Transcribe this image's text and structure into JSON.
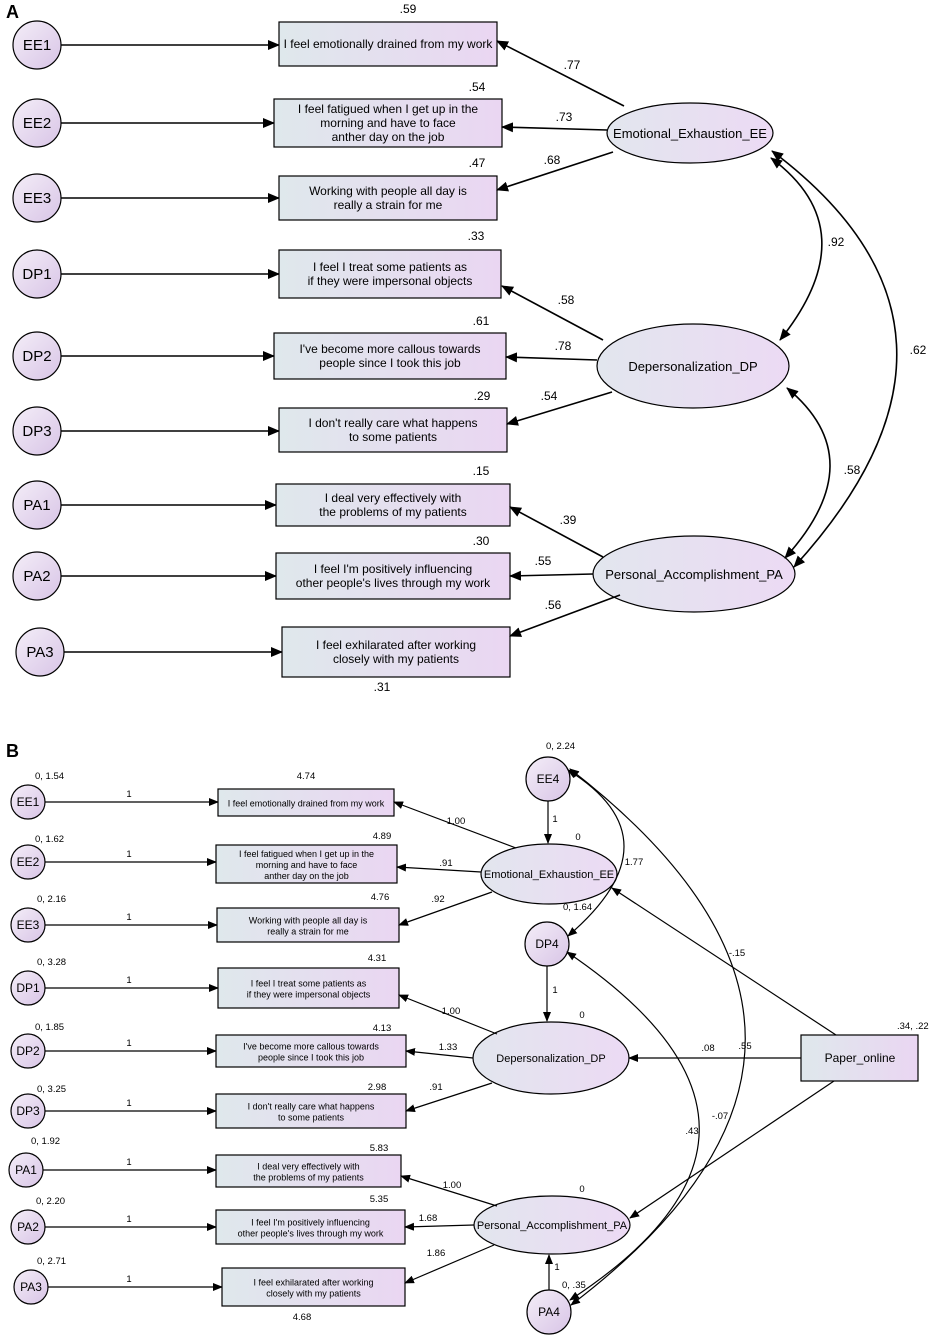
{
  "panel_a": {
    "letter": "A",
    "observed": [
      "EE1",
      "EE2",
      "EE3",
      "DP1",
      "DP2",
      "DP3",
      "PA1",
      "PA2",
      "PA3"
    ],
    "items": [
      [
        "I feel emotionally drained from my work"
      ],
      [
        "I feel fatigued when I get up in the",
        "morning and have to face",
        "anther day on the job"
      ],
      [
        "Working with people all day is",
        "really a strain for me"
      ],
      [
        "I feel I treat some patients as",
        "if they were impersonal objects"
      ],
      [
        "I've become more callous towards",
        "people since I took this job"
      ],
      [
        "I don't really care what happens",
        "to some patients"
      ],
      [
        "I deal very effectively with",
        "the problems of my patients"
      ],
      [
        "I feel I'm positively influencing",
        "other people's lives through my work"
      ],
      [
        "I feel exhilarated after working",
        "closely with my patients"
      ]
    ],
    "r2": [
      ".59",
      ".54",
      ".47",
      ".33",
      ".61",
      ".29",
      ".15",
      ".30",
      ".31"
    ],
    "latents": [
      "Emotional_Exhaustion_EE",
      "Depersonalization_DP",
      "Personal_Accomplishment_PA"
    ],
    "loadings": [
      ".77",
      ".73",
      ".68",
      ".58",
      ".78",
      ".54",
      ".39",
      ".55",
      ".56"
    ],
    "correlations": {
      "ee_dp": ".92",
      "dp_pa": ".58",
      "ee_pa": ".62"
    }
  },
  "panel_b": {
    "letter": "B",
    "observed": [
      "EE1",
      "EE2",
      "EE3",
      "DP1",
      "DP2",
      "DP3",
      "PA1",
      "PA2",
      "PA3"
    ],
    "error_params": [
      "0, 1.54",
      "0, 1.62",
      "0, 2.16",
      "0, 3.28",
      "0, 1.85",
      "0, 3.25",
      "0, 1.92",
      "0, 2.20",
      "0, 2.71"
    ],
    "fixed_paths": [
      "1",
      "1",
      "1",
      "1",
      "1",
      "1",
      "1",
      "1",
      "1"
    ],
    "items": [
      [
        "I feel emotionally drained from my work"
      ],
      [
        "I feel fatigued when I get up in the",
        "morning and have to face",
        "anther day on the job"
      ],
      [
        "Working with people all day is",
        "really a strain for me"
      ],
      [
        "I feel I treat some patients as",
        "if they were impersonal objects"
      ],
      [
        "I've become more callous towards",
        "people since I took this job"
      ],
      [
        "I don't really care what happens",
        "to some patients"
      ],
      [
        "I deal very effectively with",
        "the problems of my patients"
      ],
      [
        "I feel I'm positively influencing",
        "other people's lives through my work"
      ],
      [
        "I feel exhilarated after working",
        "closely with my patients"
      ]
    ],
    "intercepts": [
      "4.74",
      "4.89",
      "4.76",
      "4.31",
      "4.13",
      "2.98",
      "5.83",
      "5.35",
      "4.68"
    ],
    "latents": [
      "Emotional_Exhaustion_EE",
      "Depersonalization_DP",
      "Personal_Accomplishment_PA"
    ],
    "latent_means": [
      "0",
      "0",
      "0"
    ],
    "loadings": [
      "1.00",
      ".91",
      ".92",
      "1.00",
      "1.33",
      ".91",
      "1.00",
      "1.68",
      "1.86"
    ],
    "disturbances": [
      "EE4",
      "DP4",
      "PA4"
    ],
    "disturbance_params": [
      "0, 2.24",
      "0, 1.64",
      "0, .35"
    ],
    "disturbance_paths": [
      "1",
      "1",
      "1"
    ],
    "covariances": {
      "ee4_dp4": "1.77",
      "ee4_pa4": ".55",
      "dp4_pa4": ".43"
    },
    "predictor": {
      "label": "Paper_online",
      "params": ".34, .22"
    },
    "predictor_paths": {
      "to_ee": "-.15",
      "to_dp": ".08",
      "to_pa": "-.07"
    }
  },
  "colors": {
    "fill_light": "#dfe6ea",
    "fill_purple": "#e8d8f0",
    "stroke": "#000000"
  }
}
